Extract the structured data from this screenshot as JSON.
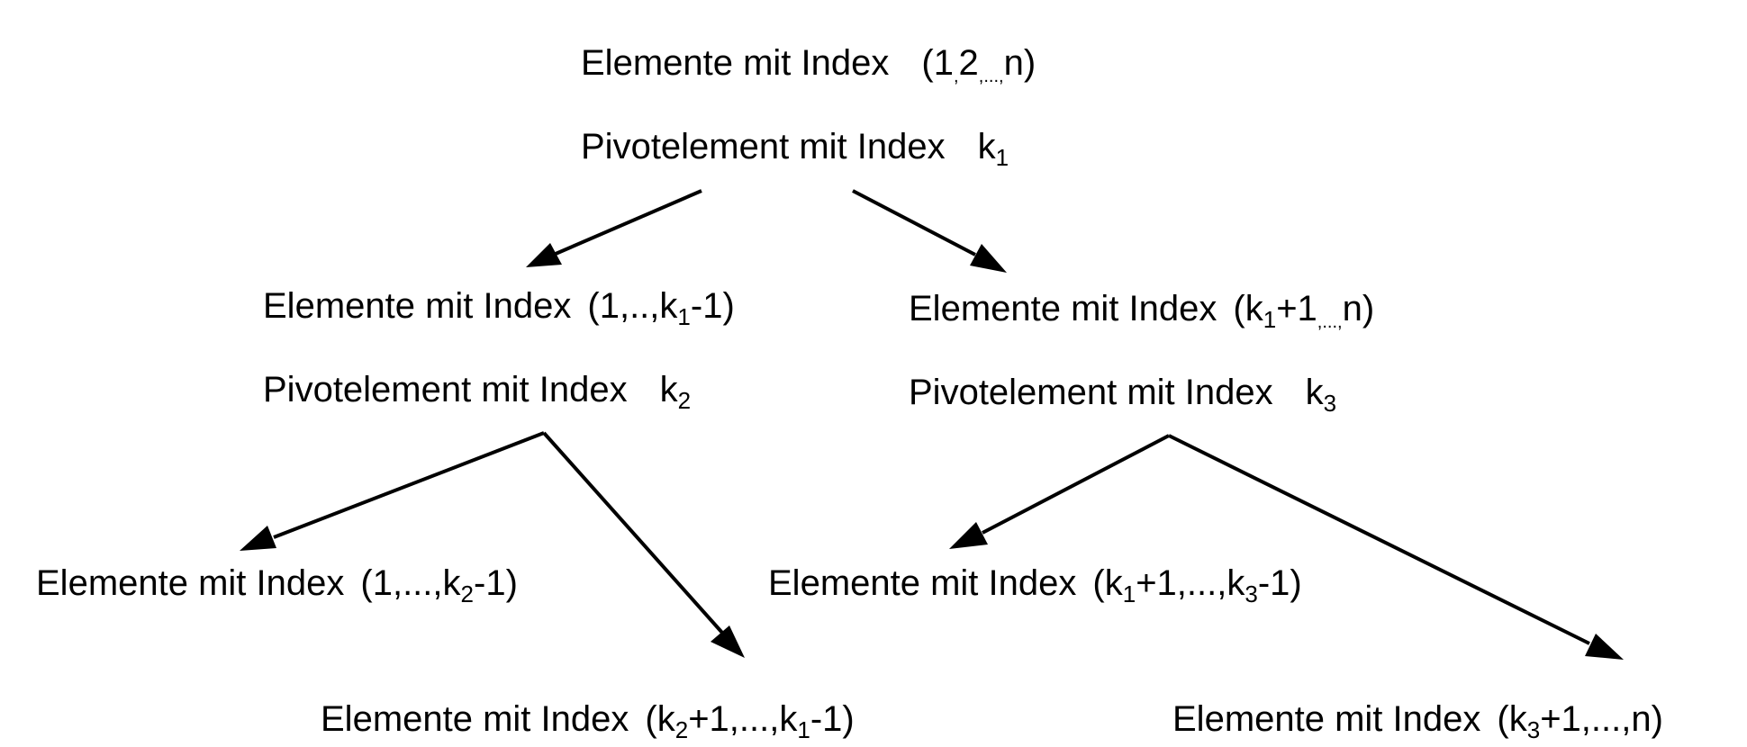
{
  "level0": {
    "elements_label": "Elemente mit Index",
    "elements_index": {
      "open": "(1",
      "sep1": ",",
      "two": "2",
      "dots": ",...,",
      "n": "n)"
    },
    "pivot_label": "Pivotelement mit Index",
    "pivot_k": "k",
    "pivot_sub": "1"
  },
  "level1_left": {
    "elements_label": "Elemente mit Index",
    "elements_index": {
      "pre": "(1,..,k",
      "sub": "1",
      "post": "-1)"
    },
    "pivot_label": "Pivotelement mit Index",
    "pivot_k": "k",
    "pivot_sub": "2"
  },
  "level1_right": {
    "elements_label": "Elemente mit Index",
    "elements_index": {
      "pre": "(k",
      "sub": "1",
      "mid": "+1",
      "dots": ",...,",
      "post": "n)"
    },
    "pivot_label": "Pivotelement mit Index",
    "pivot_k": "k",
    "pivot_sub": "3"
  },
  "level2_ll": {
    "elements_label": "Elemente mit Index",
    "elements_index": {
      "pre": "(1,...,k",
      "sub": "2",
      "post": "-1)"
    }
  },
  "level2_lr": {
    "elements_label": "Elemente mit Index",
    "elements_index": {
      "pre": "(k",
      "sub1": "2",
      "mid": "+1,...,k",
      "sub2": "1",
      "post": "-1)"
    }
  },
  "level2_rl": {
    "elements_label": "Elemente mit Index",
    "elements_index": {
      "pre": "(k",
      "sub1": "1",
      "mid": "+1,...,k",
      "sub2": "3",
      "post": "-1)"
    }
  },
  "level2_rr": {
    "elements_label": "Elemente mit Index",
    "elements_index": {
      "pre": "(k",
      "sub": "3",
      "post": "+1,...,n)"
    }
  },
  "colors": {
    "stroke": "#000000",
    "background": "#ffffff"
  }
}
